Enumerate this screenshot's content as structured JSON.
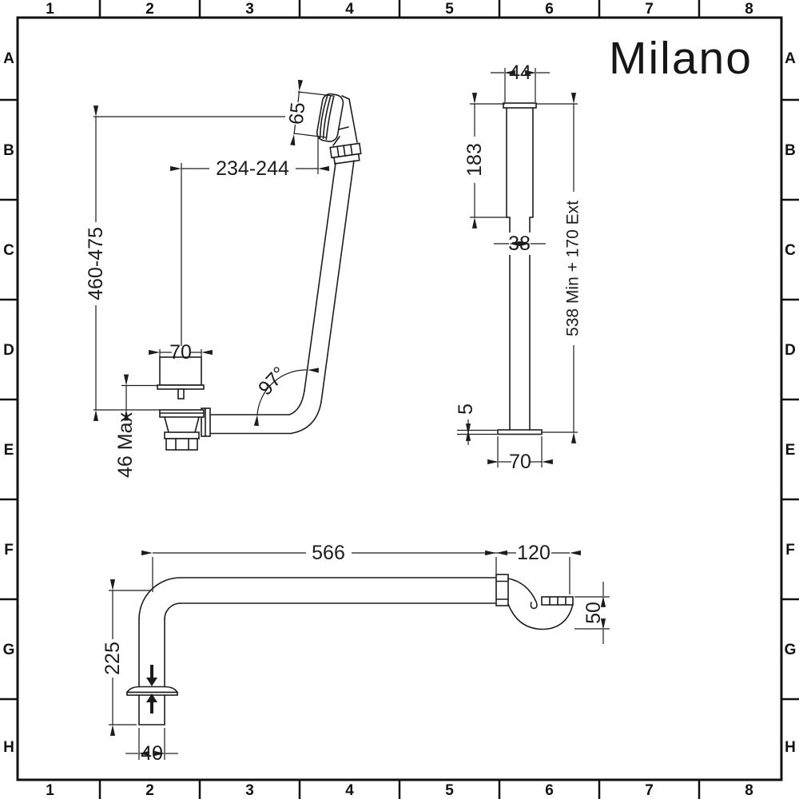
{
  "brand": {
    "logo_text": "Milano"
  },
  "frame": {
    "columns": [
      "1",
      "2",
      "3",
      "4",
      "5",
      "6",
      "7",
      "8"
    ],
    "rows": [
      "A",
      "B",
      "C",
      "D",
      "E",
      "F",
      "G",
      "H"
    ]
  },
  "views": {
    "side": {
      "overall_height": "460-475",
      "plug_to_riser": "234-244",
      "overflow_head": "65",
      "plug_cap_width": "70",
      "plug_height": "46 Max",
      "riser_angle": "97°"
    },
    "riser": {
      "collar_width": "44",
      "upper_tube_length": "183",
      "tube_width": "38",
      "overall_length": "538 Min + 170 Ext",
      "flange_thickness": "5",
      "flange_width": "70"
    },
    "trap": {
      "horizontal_run": "566",
      "trap_length": "120",
      "tail_length": "225",
      "outlet_drop": "50",
      "tail_width": "40"
    }
  }
}
